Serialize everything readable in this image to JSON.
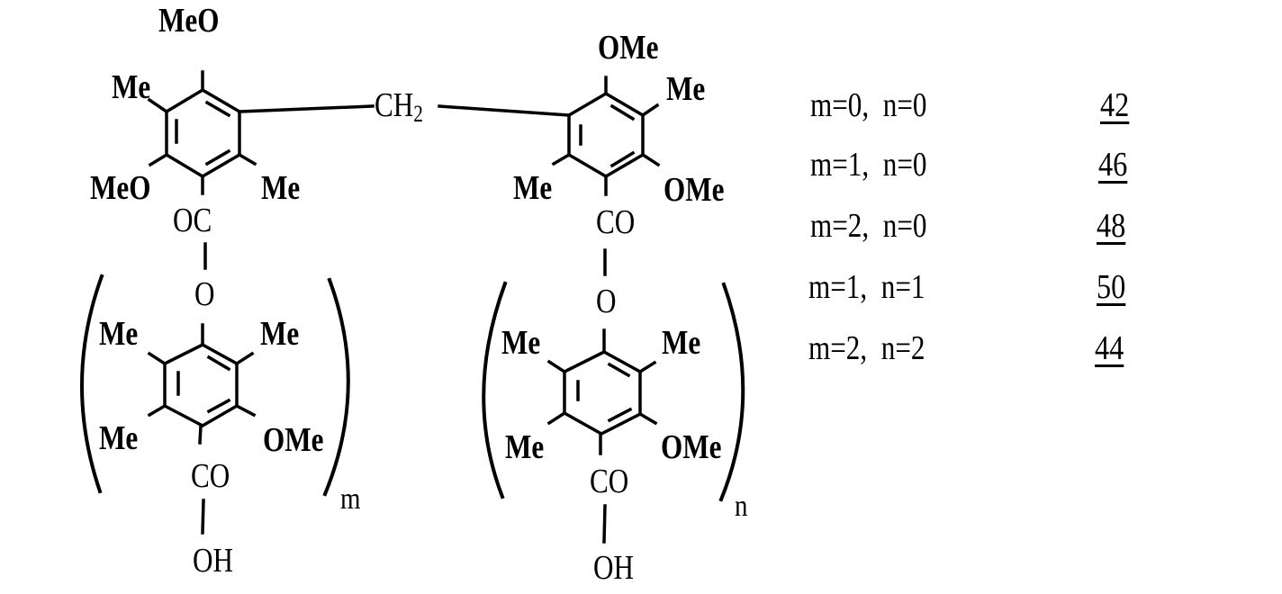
{
  "diagram": {
    "type": "chemical-structure",
    "left_top_ring": {
      "substituents": {
        "top": "MeO",
        "upper_left": "Me",
        "lower_left": "MeO",
        "lower_right": "Me",
        "bottom_carbonyl": "OC",
        "ester_oxygen": "O"
      }
    },
    "bridge": {
      "label": "CH",
      "subscript": "2"
    },
    "right_top_ring": {
      "substituents": {
        "top": "OMe",
        "upper_right": "Me",
        "lower_left": "Me",
        "lower_right": "OMe",
        "bottom_carbonyl": "CO",
        "ester_oxygen": "O"
      }
    },
    "left_repeat_unit": {
      "substituents": {
        "upper_left": "Me",
        "upper_right": "Me",
        "lower_left": "Me",
        "lower_right": "OMe",
        "carbonyl": "CO",
        "hydroxyl": "OH"
      },
      "repeat_index": "m"
    },
    "right_repeat_unit": {
      "substituents": {
        "upper_left": "Me",
        "upper_right": "Me",
        "lower_left": "Me",
        "lower_right": "OMe",
        "carbonyl": "CO",
        "hydroxyl": "OH"
      },
      "repeat_index": "n"
    }
  },
  "compound_table": [
    {
      "condition": "m=0,  n=0",
      "compound": "42"
    },
    {
      "condition": "m=1,  n=0",
      "compound": "46"
    },
    {
      "condition": "m=2,  n=0",
      "compound": "48"
    },
    {
      "condition": "m=1,  n=1",
      "compound": "50"
    },
    {
      "condition": "m=2,  n=2",
      "compound": "44"
    }
  ]
}
